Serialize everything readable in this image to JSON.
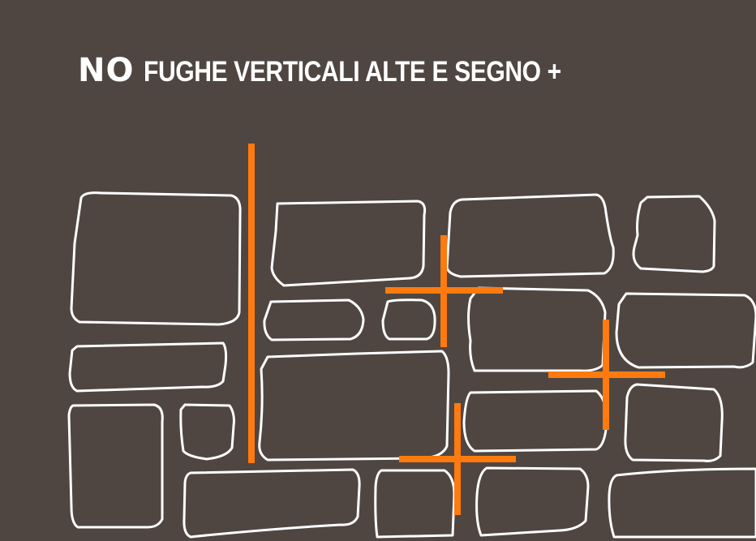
{
  "title": {
    "no": "NO",
    "rest": "FUGHE VERTICALI ALTE E SEGNO +"
  },
  "colors": {
    "background": "#4f4641",
    "stone_outline": "#ffffff",
    "error_marks": "#ff7a0f"
  },
  "marks": {
    "vertical_joint": "tall-vertical-line",
    "cross_joints": [
      "plus-mark",
      "plus-mark",
      "plus-mark"
    ]
  }
}
